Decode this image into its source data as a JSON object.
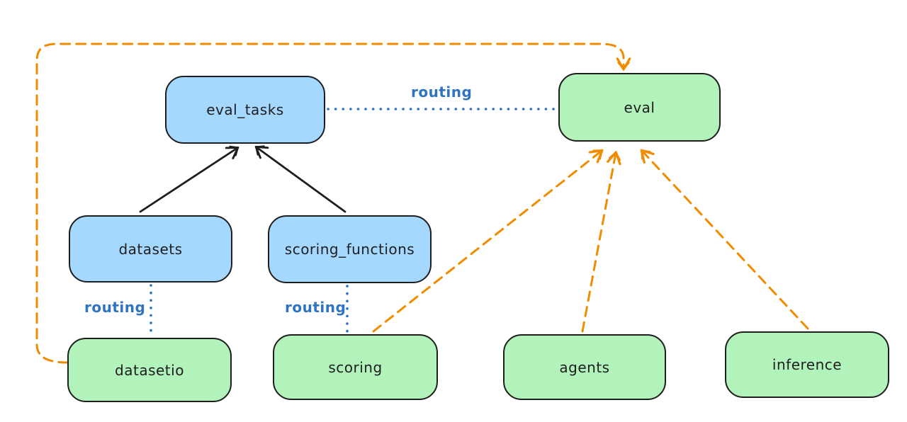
{
  "diagram": {
    "nodes": {
      "eval_tasks": {
        "label": "eval_tasks",
        "kind": "resource"
      },
      "eval": {
        "label": "eval",
        "kind": "api"
      },
      "datasets": {
        "label": "datasets",
        "kind": "resource"
      },
      "scoring_functions": {
        "label": "scoring_functions",
        "kind": "resource"
      },
      "datasetio": {
        "label": "datasetio",
        "kind": "api"
      },
      "scoring": {
        "label": "scoring",
        "kind": "api"
      },
      "agents": {
        "label": "agents",
        "kind": "api"
      },
      "inference": {
        "label": "inference",
        "kind": "api"
      }
    },
    "edge_labels": {
      "routing_top": "routing",
      "routing_datasets": "routing",
      "routing_scoring": "routing"
    },
    "colors": {
      "blue_node_fill": "#a5d8ff",
      "green_node_fill": "#b2f2bb",
      "node_stroke": "#1e1e1e",
      "black_arrow": "#1e1e1e",
      "orange_dashed": "#f08c00",
      "blue_dotted": "#2f74c0",
      "background": "#ffffff"
    }
  }
}
